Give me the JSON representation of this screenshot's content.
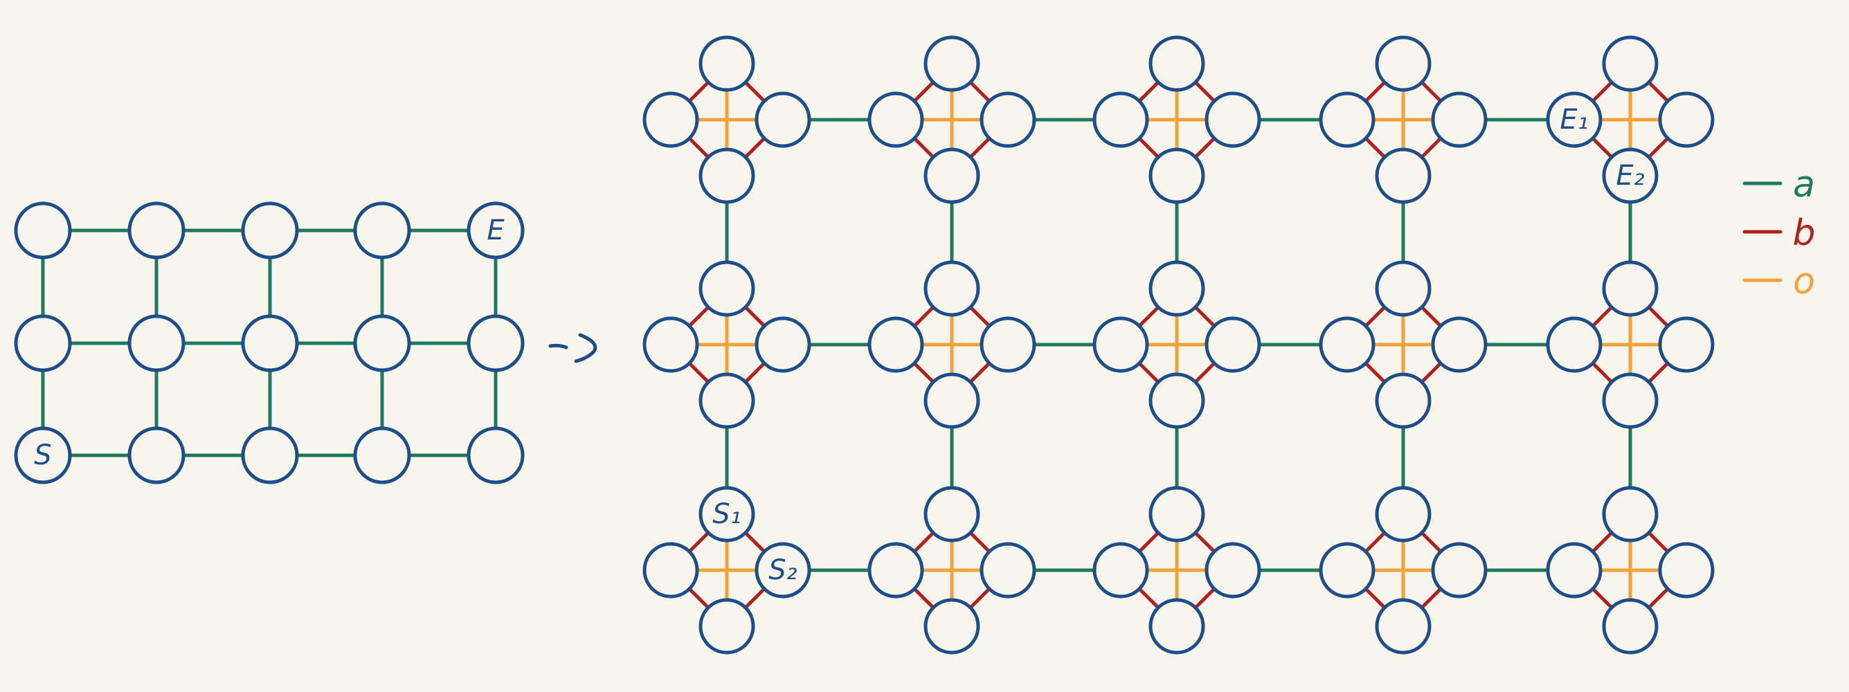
{
  "colors": {
    "background": "#f8f6ec",
    "node": "#1d4e89",
    "a": "#1f7a5c",
    "b": "#b21f1f",
    "o": "#f2a23a"
  },
  "left_grid": {
    "rows": 3,
    "cols": 5,
    "labels": [
      {
        "row": 0,
        "col": 4,
        "text": "E"
      },
      {
        "row": 2,
        "col": 0,
        "text": "S"
      }
    ]
  },
  "arrow": {
    "text": "->"
  },
  "right_grid": {
    "rows": 3,
    "cols": 5,
    "labels": [
      {
        "row": 0,
        "col": 4,
        "node": "left",
        "text": "E₁"
      },
      {
        "row": 0,
        "col": 4,
        "node": "bottom",
        "text": "E₂"
      },
      {
        "row": 2,
        "col": 0,
        "node": "top",
        "text": "S₁"
      },
      {
        "row": 2,
        "col": 0,
        "node": "right",
        "text": "S₂"
      }
    ]
  },
  "legend": [
    {
      "key": "a",
      "label": "a"
    },
    {
      "key": "b",
      "label": "b"
    },
    {
      "key": "o",
      "label": "o"
    }
  ]
}
